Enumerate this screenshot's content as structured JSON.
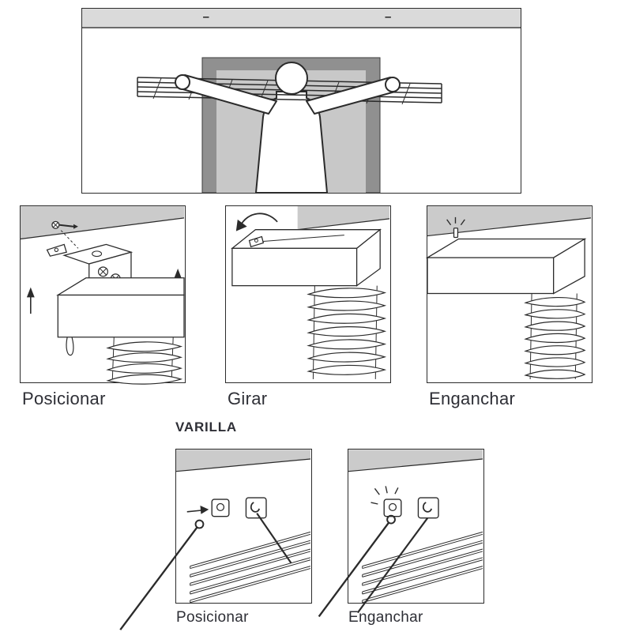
{
  "colors": {
    "line": "#2b2b2b",
    "ceiling_gray": "#cbcbcb",
    "window_frame_gray": "#909090",
    "window_inner_gray": "#c8c8c8",
    "header_bar_gray": "#dadada",
    "label_text": "#2e2f36"
  },
  "overview": {
    "dash_left": "–",
    "dash_right": "–"
  },
  "steps": [
    {
      "label": "Posicionar"
    },
    {
      "label": "Girar"
    },
    {
      "label": "Enganchar"
    }
  ],
  "varilla": {
    "title": "VARILLA",
    "steps": [
      {
        "label": "Posicionar"
      },
      {
        "label": "Enganchar"
      }
    ]
  }
}
